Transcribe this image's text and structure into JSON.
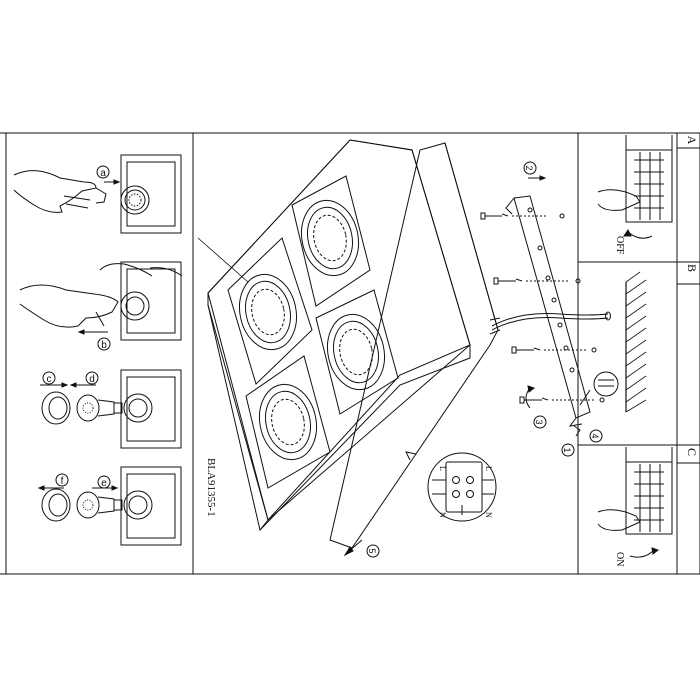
{
  "model_code": "BLA91355-1",
  "panels": {
    "a": {
      "letter": "A",
      "caption": "OFF"
    },
    "b": {
      "letter": "B"
    },
    "c": {
      "letter": "C",
      "caption": "ON"
    }
  },
  "step_labels": {
    "a": "a",
    "b": "b",
    "c": "c",
    "d": "d",
    "e": "e",
    "f": "f"
  },
  "step_numbers": {
    "s1": "1",
    "s2": "2",
    "s3": "3",
    "s4": "4",
    "s5": "5"
  },
  "wiring_labels": {
    "n_left": "N",
    "l_left": "L",
    "n_right": "N",
    "l_right": "L"
  }
}
